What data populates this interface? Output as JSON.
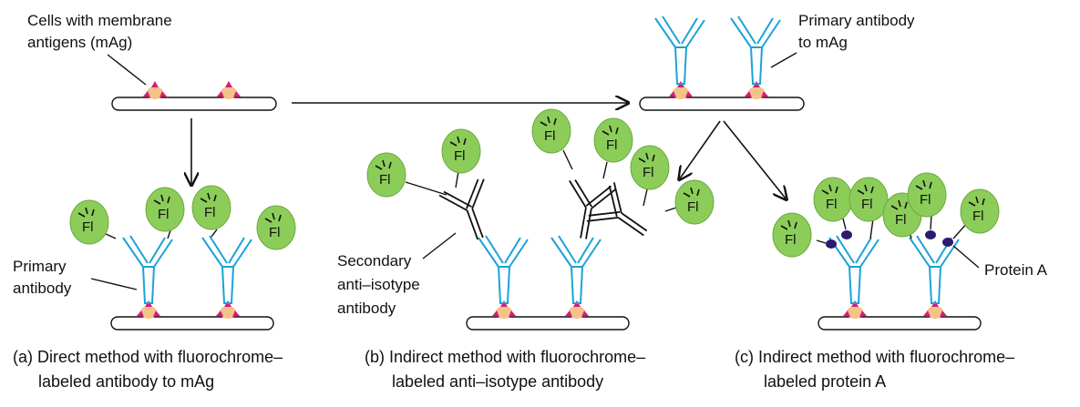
{
  "colors": {
    "antibody_primary": "#1aa3d6",
    "antibody_secondary": "#111111",
    "fluorochrome_fill": "#8ccd5a",
    "fluorochrome_stroke": "#6aa840",
    "antigen_fill": "#f4c38a",
    "antigen_spikes": "#d81b7a",
    "protein_a": "#2e1a6e",
    "line": "#111111"
  },
  "labels": {
    "cells_line1": "Cells with membrane",
    "cells_line2": "antigens (mAg)",
    "primary_to_mag_line1": "Primary antibody",
    "primary_to_mag_line2": "to mAg",
    "primary_line1": "Primary",
    "primary_line2": "antibody",
    "secondary_line1": "Secondary",
    "secondary_line2": "anti–isotype",
    "secondary_line3": "antibody",
    "protein_a": "Protein A",
    "fluorochrome": "Fl"
  },
  "captions": {
    "a_line1": "(a) Direct method with fluorochrome–",
    "a_line2": "labeled antibody to mAg",
    "b_line1": "(b) Indirect method with fluorochrome–",
    "b_line2": "labeled anti–isotype antibody",
    "c_line1": "(c) Indirect method with fluorochrome–",
    "c_line2": "labeled protein A"
  }
}
